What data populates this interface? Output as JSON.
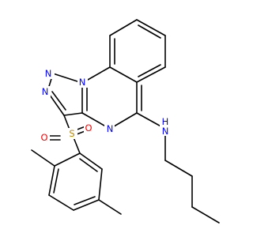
{
  "molecule": {
    "colors": {
      "bond": "#000000",
      "nitrogen": "#0000ff",
      "oxygen": "#ff0000",
      "sulfur": "#b8860b",
      "background": "#ffffff"
    },
    "atom_labels": {
      "n_triazole_a": "N",
      "n_triazole_b": "N",
      "n_bridge": "N",
      "n_pyrimidine": "N",
      "n_amine": "N",
      "h_amine": "H",
      "s_sulfonyl": "S",
      "o_sulfonyl_a": "O",
      "o_sulfonyl_b": "O"
    }
  }
}
